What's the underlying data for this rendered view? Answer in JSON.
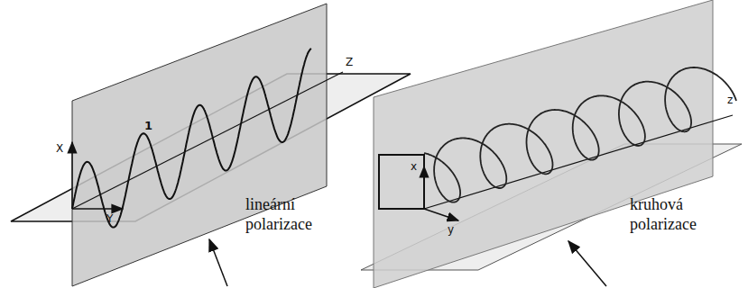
{
  "diagram": {
    "labels": [
      "X",
      "1",
      "Z",
      "Y",
      "lineární polarizace",
      "x",
      "z",
      "y",
      "kruhová polarizace"
    ]
  }
}
